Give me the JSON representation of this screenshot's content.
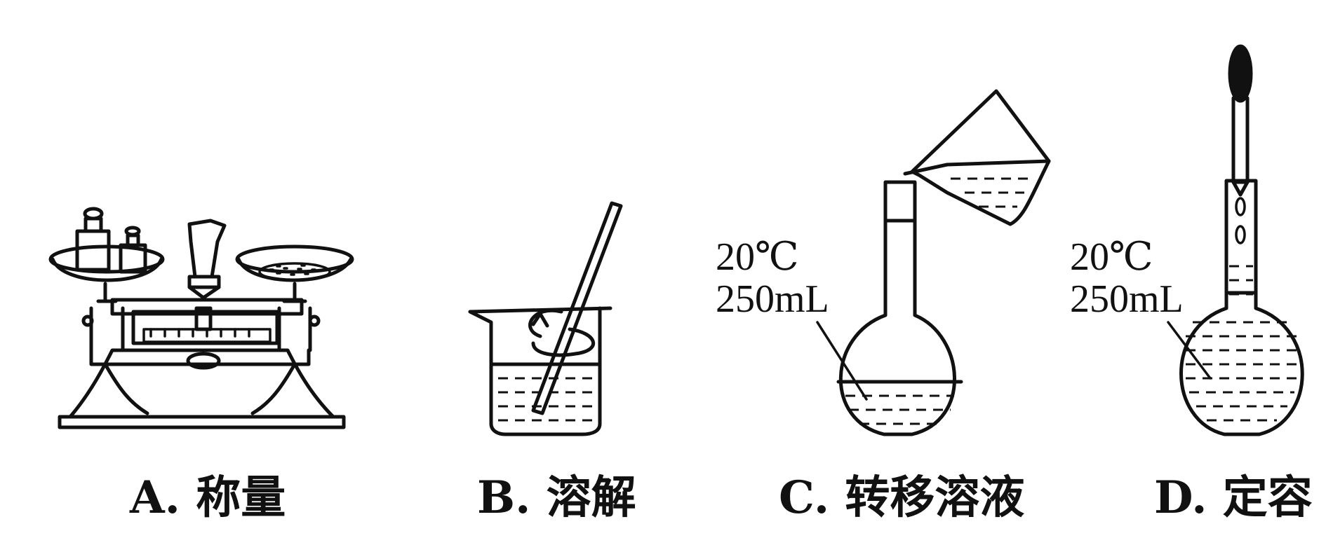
{
  "panels": [
    {
      "id": "A",
      "caption": "A. 称量"
    },
    {
      "id": "B",
      "caption": "B. 溶解"
    },
    {
      "id": "C",
      "caption": "C. 转移溶液",
      "flask_temp": "20℃",
      "flask_volume": "250mL"
    },
    {
      "id": "D",
      "caption": "D. 定容",
      "flask_temp": "20℃",
      "flask_volume": "250mL"
    }
  ]
}
